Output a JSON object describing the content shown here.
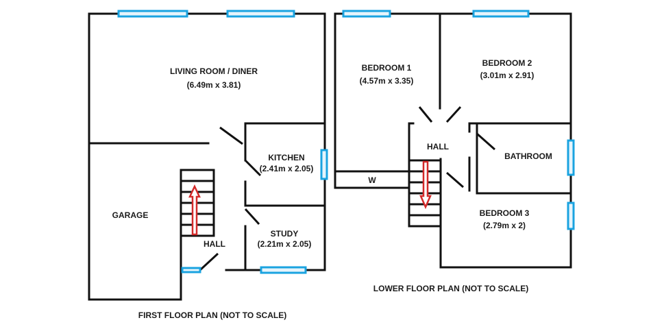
{
  "colors": {
    "walls": "#111111",
    "windows": "#1aa3e0",
    "direction_arrow": "#d32a2a",
    "background": "#ffffff"
  },
  "first_floor": {
    "caption": "FIRST FLOOR PLAN (NOT TO SCALE)",
    "rooms": {
      "living": {
        "name": "LIVING ROOM / DINER",
        "size": "(6.49m x 3.81)"
      },
      "kitchen": {
        "name": "KITCHEN",
        "size": "(2.41m x 2.05)"
      },
      "study": {
        "name": "STUDY",
        "size": "(2.21m x 2.05)"
      },
      "garage": {
        "name": "GARAGE"
      },
      "hall": {
        "name": "HALL"
      }
    },
    "stair_arrow": "up-arrow"
  },
  "lower_floor": {
    "caption": "LOWER FLOOR PLAN (NOT TO SCALE)",
    "rooms": {
      "bedroom1": {
        "name": "BEDROOM 1",
        "size": "(4.57m x 3.35)"
      },
      "bedroom2": {
        "name": "BEDROOM 2",
        "size": "(3.01m x 2.91)"
      },
      "bedroom3": {
        "name": "BEDROOM 3",
        "size": "(2.79m x 2)"
      },
      "bathroom": {
        "name": "BATHROOM"
      },
      "hall": {
        "name": "HALL"
      },
      "wardrobe": {
        "name": "W"
      }
    },
    "stair_arrow": "down-arrow"
  }
}
